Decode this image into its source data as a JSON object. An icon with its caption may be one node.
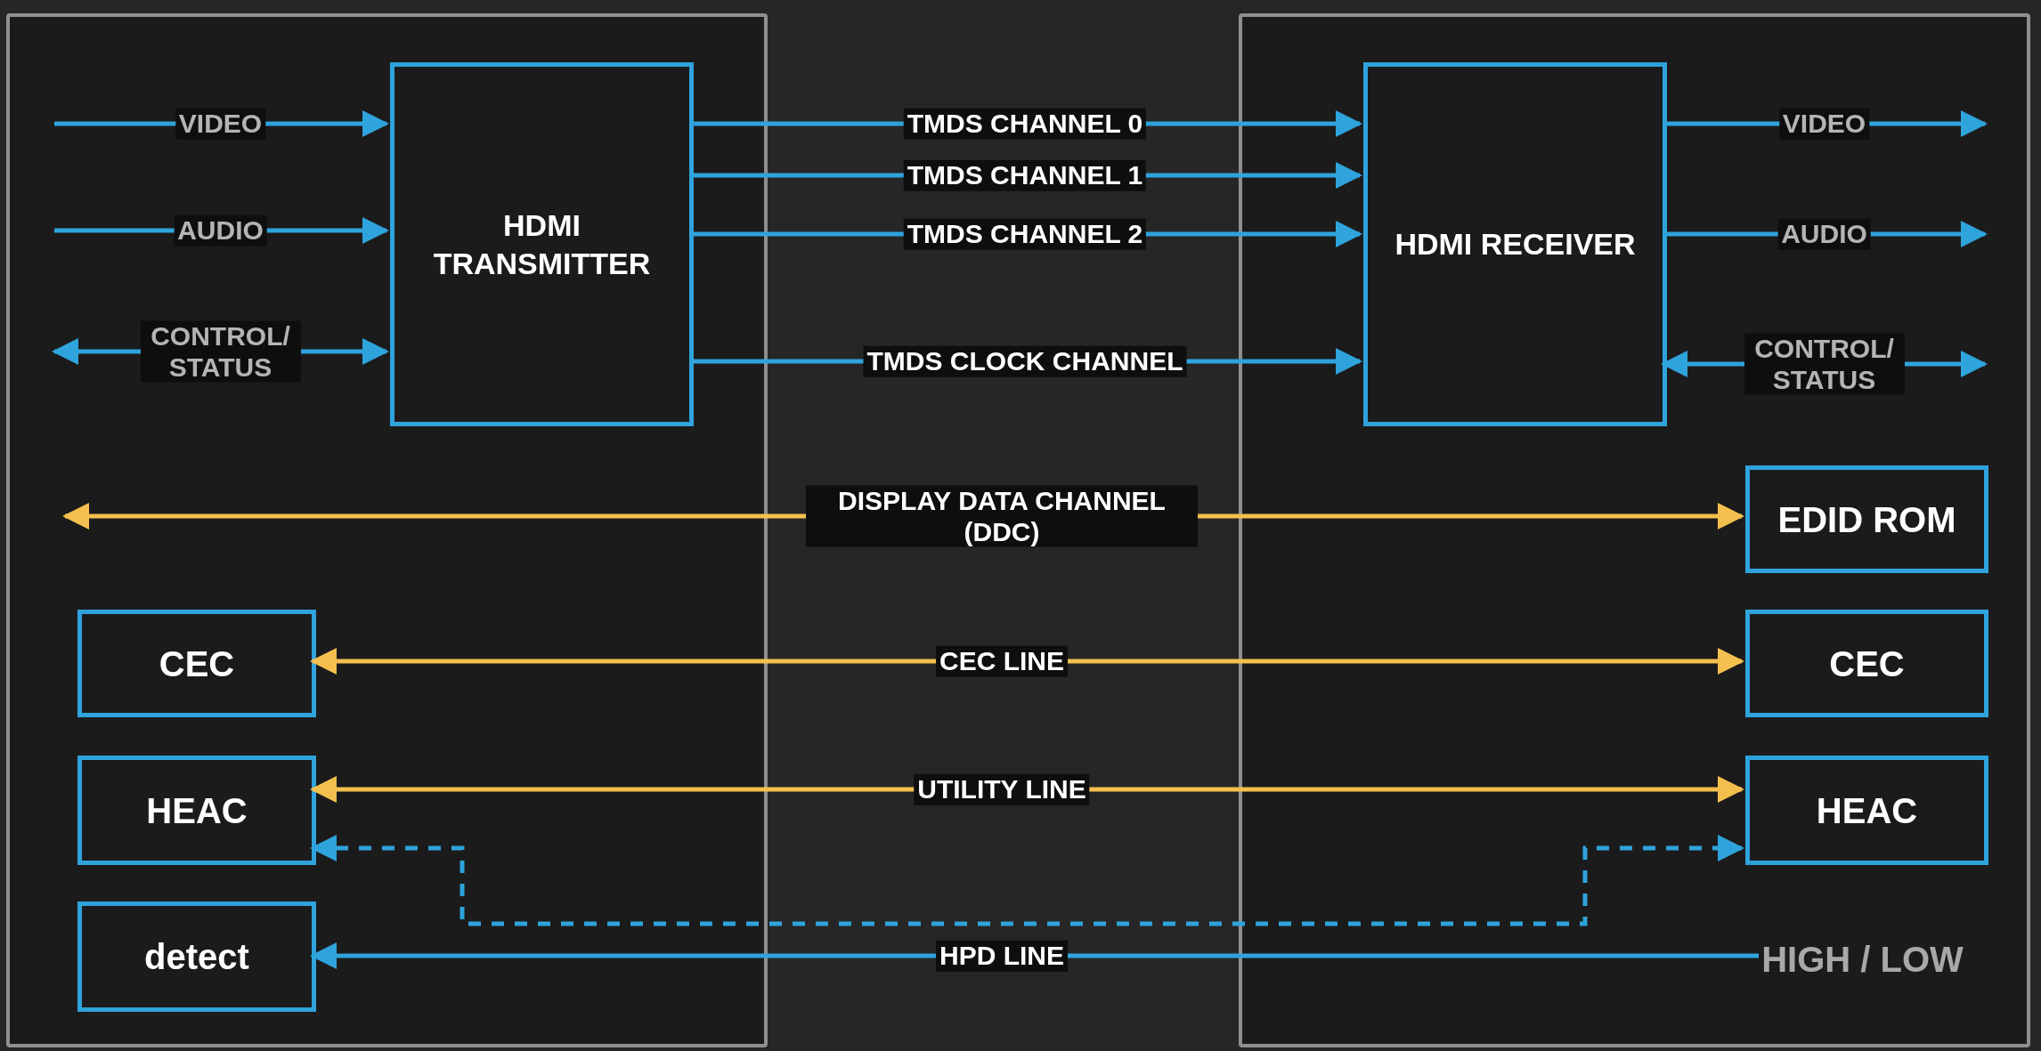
{
  "diagram": {
    "nodes": [
      {
        "text": [],
        "shape": "box"
      },
      {
        "text": [],
        "shape": "box"
      },
      {
        "text": [
          "HDMI TRANSMITTER"
        ],
        "in": 0
      },
      {
        "text": [
          "HDMI RECEIVER"
        ],
        "in": 1
      },
      {
        "text": [
          "EDID ROM"
        ],
        "in": 1
      },
      {
        "text": [
          "CEC"
        ],
        "in": 0
      },
      {
        "text": [
          "CEC"
        ],
        "in": 1
      },
      {
        "text": [
          "HEAC"
        ],
        "in": 0
      },
      {
        "text": [
          "HEAC"
        ],
        "in": 1
      },
      {
        "text": [
          "detect"
        ],
        "in": 0
      },
      {
        "text": [
          "HIGH / LOW"
        ],
        "in": 1
      }
    ],
    "edges": [
      {
        "from": null,
        "to": 2,
        "arrow": "to",
        "label": "VIDEO"
      },
      {
        "from": null,
        "to": 2,
        "arrow": "to",
        "label": "AUDIO"
      },
      {
        "from": null,
        "to": 2,
        "arrow": "both",
        "label": "CONTROL/ STATUS"
      },
      {
        "from": 2,
        "to": 3,
        "arrow": "to",
        "label": "TMDS CHANNEL 0"
      },
      {
        "from": 2,
        "to": 3,
        "arrow": "to",
        "label": "TMDS CHANNEL 1"
      },
      {
        "from": 2,
        "to": 3,
        "arrow": "to",
        "label": "TMDS CHANNEL 2"
      },
      {
        "from": 2,
        "to": 3,
        "arrow": "to",
        "label": "TMDS CLOCK CHANNEL"
      },
      {
        "from": 3,
        "to": null,
        "arrow": "to",
        "label": "VIDEO"
      },
      {
        "from": 3,
        "to": null,
        "arrow": "to",
        "label": "AUDIO"
      },
      {
        "from": 3,
        "to": null,
        "arrow": "both",
        "label": "CONTROL/ STATUS"
      },
      {
        "from": null,
        "to": 4,
        "arrow": "both",
        "label": "DISPLAY DATA CHANNEL (DDC)",
        "color": "#f5bf4f"
      },
      {
        "from": 5,
        "to": 6,
        "arrow": "both",
        "label": "CEC LINE",
        "color": "#f5bf4f"
      },
      {
        "from": 7,
        "to": 8,
        "arrow": "both",
        "label": "UTILITY LINE",
        "color": "#f5bf4f"
      },
      {
        "from": 7,
        "to": 8,
        "arrow": "both",
        "style": "dashed"
      },
      {
        "from": 10,
        "to": 9,
        "arrow": "to",
        "label": "HPD LINE"
      }
    ]
  }
}
